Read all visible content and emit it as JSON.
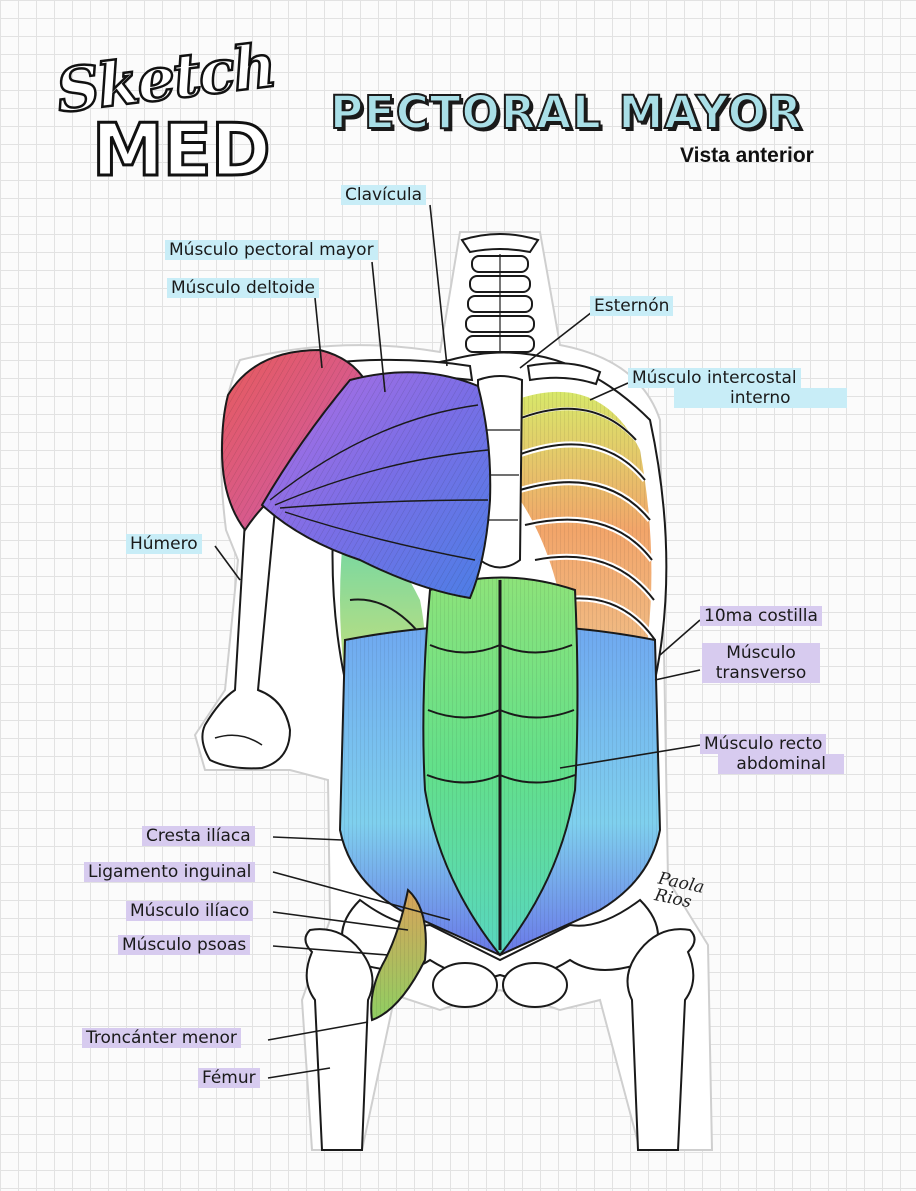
{
  "brand": {
    "line1": "Sketch",
    "line2": "MED"
  },
  "title": "PECTORAL MAYOR",
  "subtitle": "Vista anterior",
  "labels": {
    "clavicula": "Clavícula",
    "pectoral_mayor": "Músculo pectoral mayor",
    "deltoide": "Músculo deltoide",
    "esternon": "Esternón",
    "intercostal_line1": "Músculo intercostal",
    "intercostal_line2": "interno",
    "humero": "Húmero",
    "costilla_10": "10ma costilla",
    "transverso_line1": "Músculo",
    "transverso_line2": "transverso",
    "recto_line1": "Músculo recto",
    "recto_line2": "abdominal",
    "cresta_iliaca": "Cresta ilíaca",
    "ligamento_inguinal": "Ligamento inguinal",
    "iliaco": "Músculo ilíaco",
    "psoas": "Músculo psoas",
    "troncanter": "Troncánter menor",
    "femur": "Fémur"
  },
  "signature": {
    "line1": "Paola",
    "line2": "Rios"
  },
  "colors": {
    "label_blue": "#c8edf7",
    "label_purple": "#d7cbef",
    "title_fill": "#a9dfe7",
    "outline": "#1a1a1a"
  }
}
